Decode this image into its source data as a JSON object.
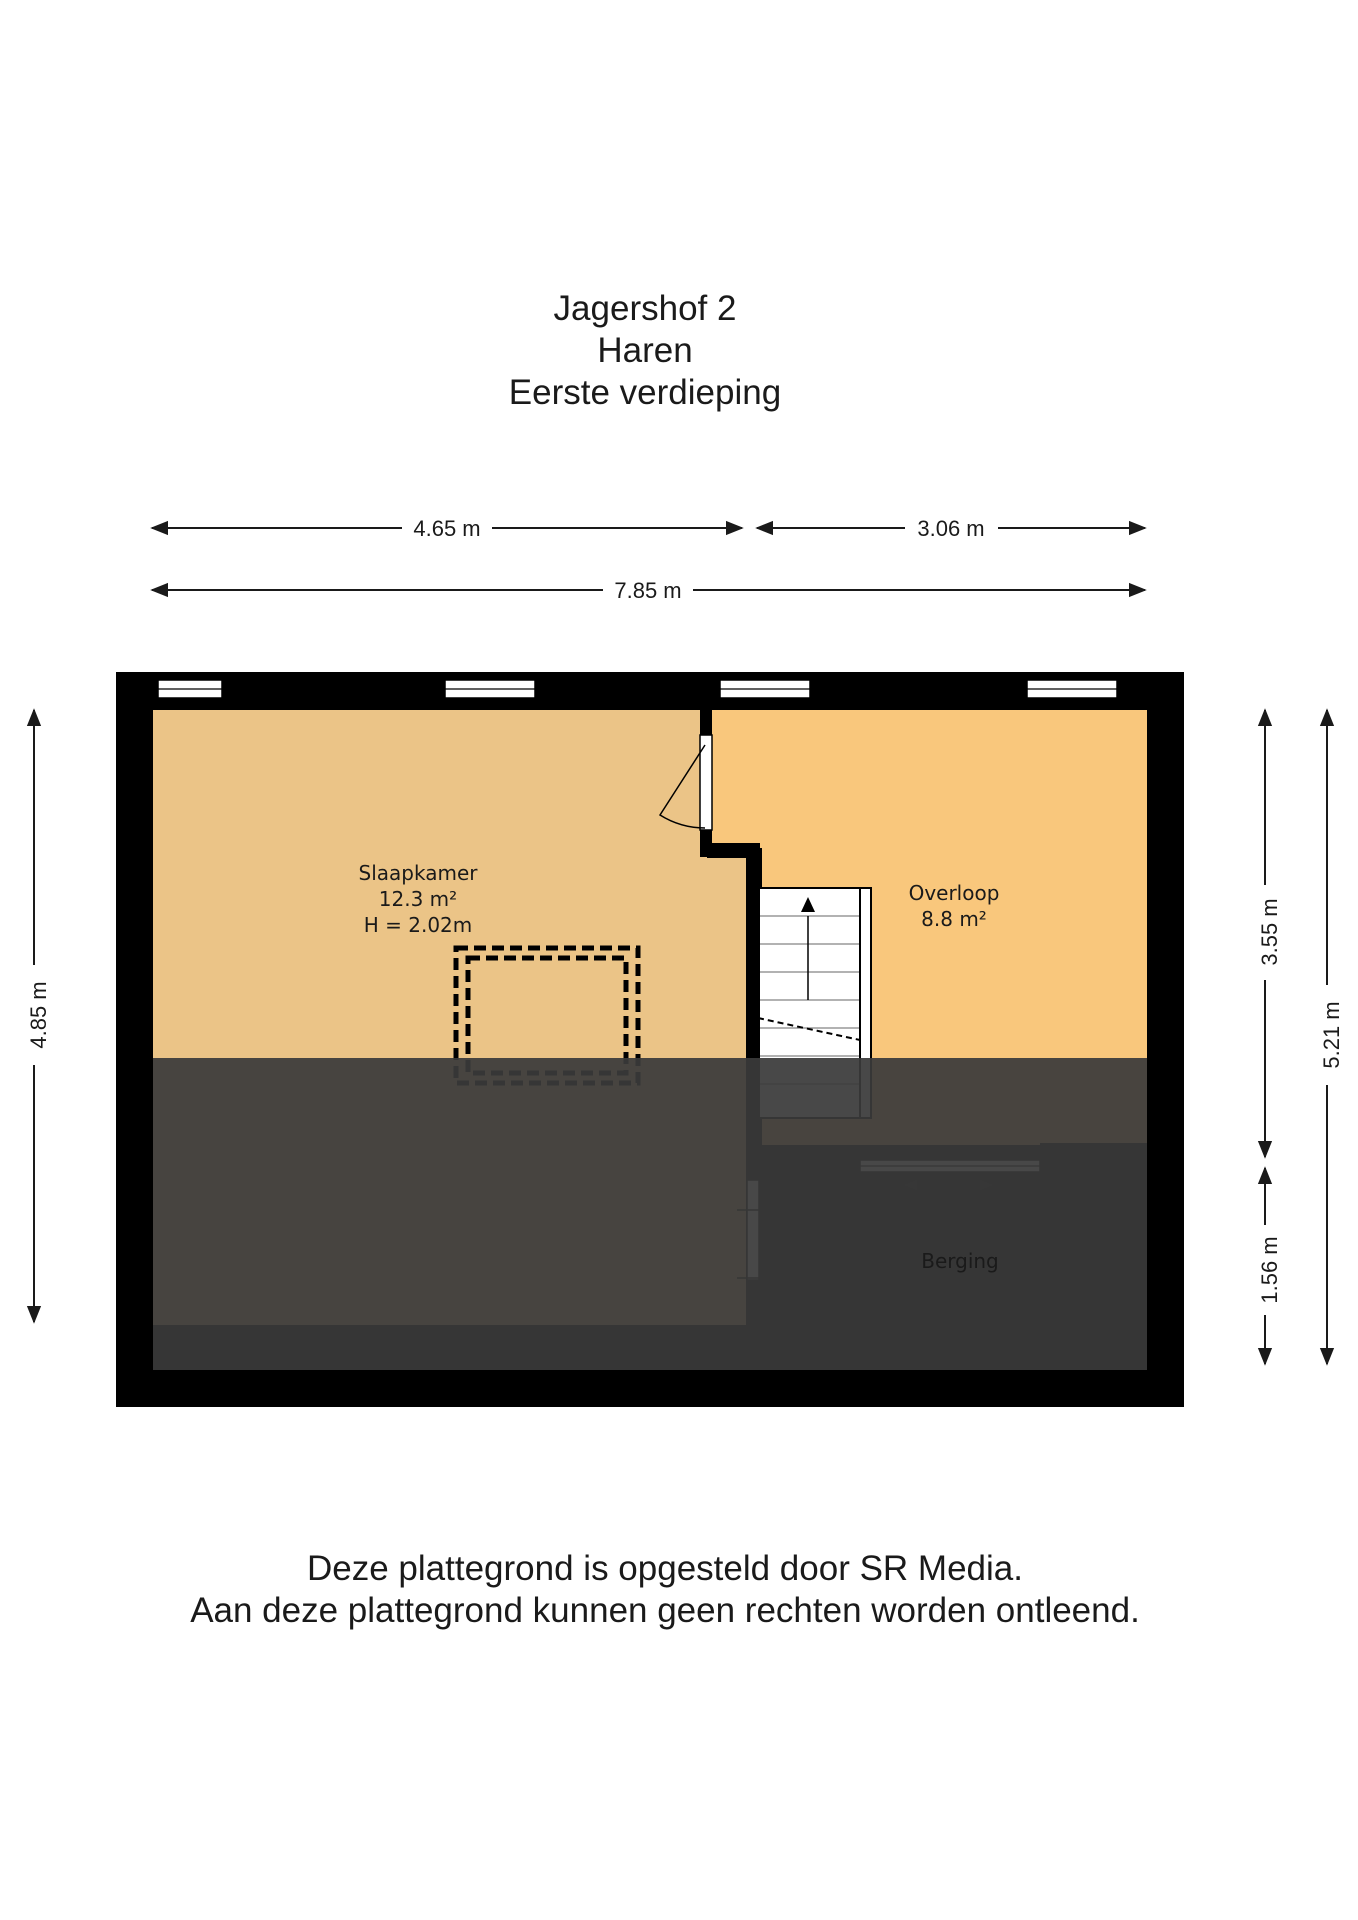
{
  "header": {
    "address": "Jagershof 2",
    "city": "Haren",
    "floor": "Eerste verdieping"
  },
  "dimensions": {
    "top_left": "4.65 m",
    "top_right": "3.06 m",
    "top_total": "7.85 m",
    "left_height": "4.85 m",
    "right_upper": "3.55 m",
    "right_lower": "1.56 m",
    "right_total": "5.21 m"
  },
  "rooms": {
    "slaapkamer": {
      "name": "Slaapkamer",
      "area": "12.3 m²",
      "height": "H = 2.02m"
    },
    "overloop": {
      "name": "Overloop",
      "area": "8.8 m²"
    },
    "berging": {
      "name": "Berging"
    }
  },
  "colors": {
    "slaapkamer": "#ebc487",
    "overloop": "#f9c77c",
    "wall": "#000000",
    "shade": "#3a3a3a"
  },
  "footer": {
    "line1": "Deze plattegrond is opgesteld door SR Media.",
    "line2": "Aan deze plattegrond kunnen geen rechten worden ontleend."
  }
}
